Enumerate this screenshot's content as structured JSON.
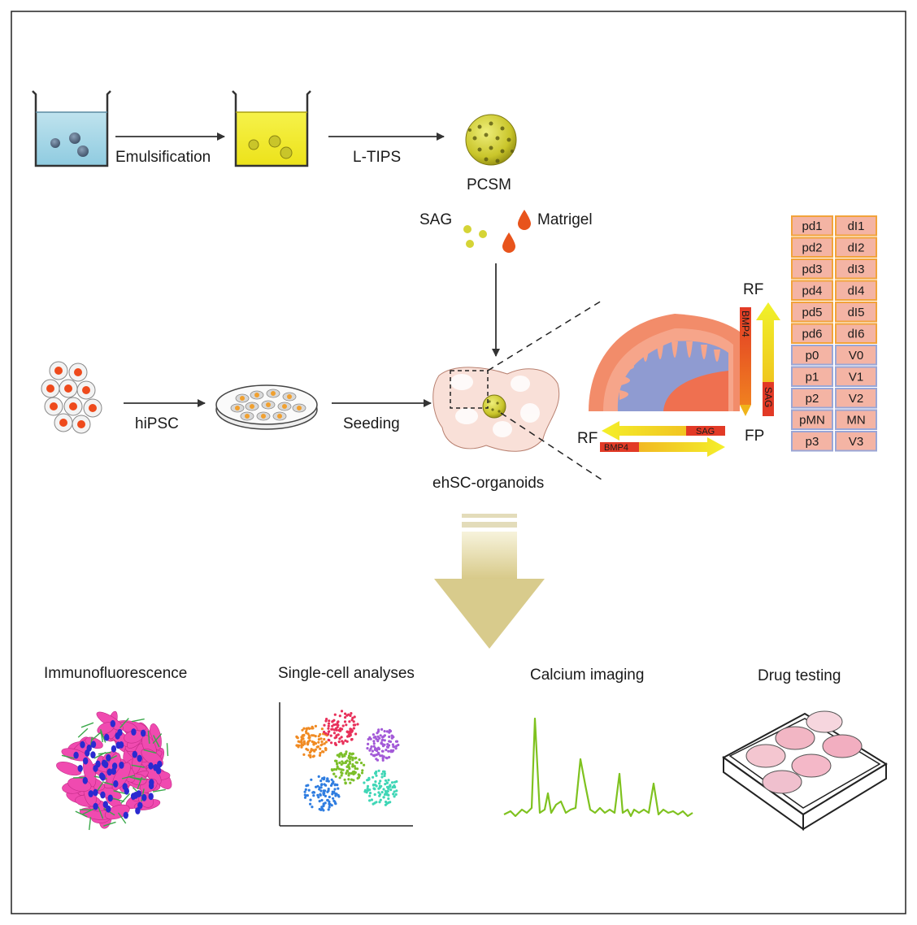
{
  "steps": {
    "emulsification": "Emulsification",
    "ltips": "L-TIPS",
    "pcsm": "PCSM",
    "sag": "SAG",
    "matrigel": "Matrigel",
    "hipsc": "hiPSC",
    "seeding": "Seeding",
    "organoids": "ehSC-organoids"
  },
  "axes": {
    "rf_top": "RF",
    "rf_left": "RF",
    "fp": "FP",
    "bmp4_vertical": "BMP4",
    "sag_vertical": "SAG",
    "sag_horizontal": "SAG",
    "bmp4_horizontal": "BMP4"
  },
  "domains": {
    "dorsal": [
      [
        "pd1",
        "dI1"
      ],
      [
        "pd2",
        "dI2"
      ],
      [
        "pd3",
        "dI3"
      ],
      [
        "pd4",
        "dI4"
      ],
      [
        "pd5",
        "dI5"
      ],
      [
        "pd6",
        "dI6"
      ]
    ],
    "ventral": [
      [
        "p0",
        "V0"
      ],
      [
        "p1",
        "V1"
      ],
      [
        "p2",
        "V2"
      ],
      [
        "pMN",
        "MN"
      ],
      [
        "p3",
        "V3"
      ]
    ]
  },
  "applications": [
    "Immunofluorescence",
    "Single-cell analyses",
    "Calcium imaging",
    "Drug testing"
  ],
  "colors": {
    "dorsal_border": "#f2a33a",
    "ventral_border": "#9aa6d6",
    "cell_fill": "#f4b4a4",
    "liquid_blue": "#a9d8e6",
    "liquid_yellow": "#f2ec2a",
    "bead": "#d5d436",
    "organoid": "#f9e0d8",
    "neural_tube_outer": "#f28c6a",
    "neural_tube_inner": "#8f9bd1",
    "floor_plate": "#ef7050",
    "calcium_trace": "#7fc21f"
  }
}
